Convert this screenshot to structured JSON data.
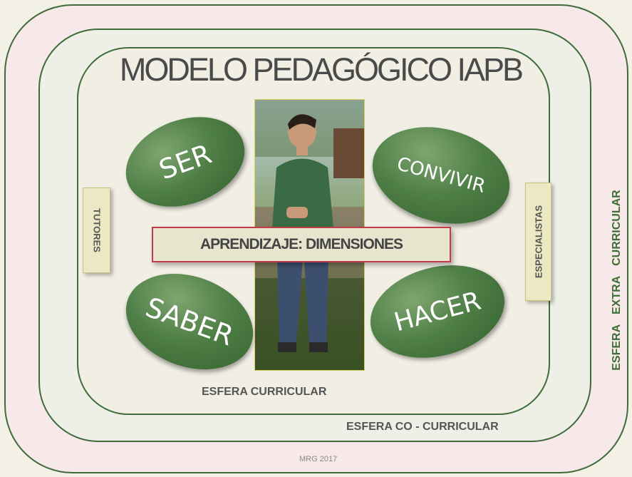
{
  "title": "MODELO PEDAGÓGICO IAPB",
  "dimensions": {
    "ser": "SER",
    "convivir": "CONVIVIR",
    "saber": "SABER",
    "hacer": "HACER"
  },
  "center_label": "APRENDIZAJE: DIMENSIONES",
  "side_labels": {
    "left": "TUTORES",
    "right": "ESPECIALISTAS"
  },
  "spheres": {
    "curricular": "ESFERA  CURRICULAR",
    "co_curricular": "ESFERA  CO - CURRICULAR",
    "extra_curricular": "ESFERA  EXTRA  CURRICULAR"
  },
  "footer": "MRG 2017",
  "colors": {
    "frame": "#3f6a3a",
    "ellipse": "#4f8047",
    "center_border": "#c53b4a",
    "extra_text": "#3e6d33"
  }
}
